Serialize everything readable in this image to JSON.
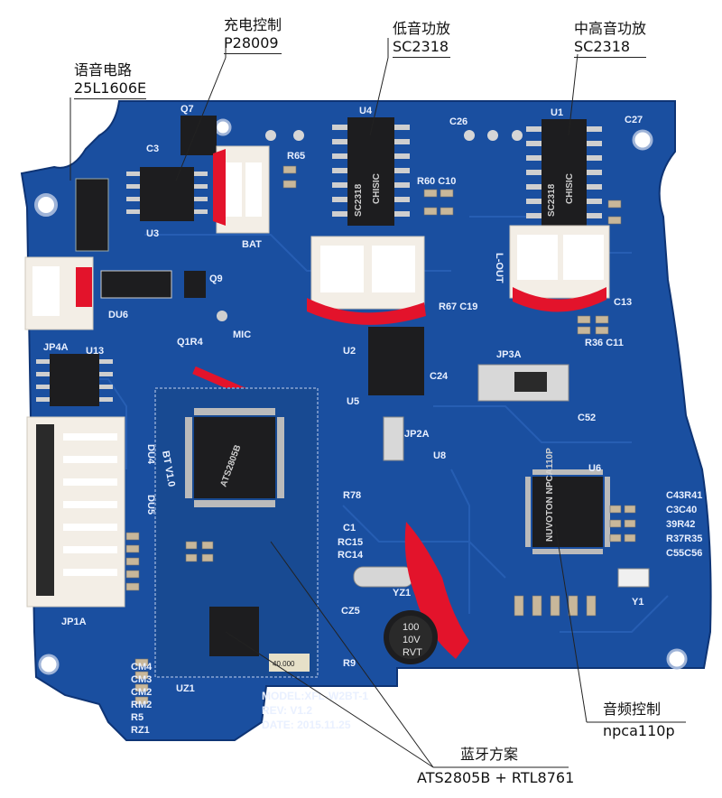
{
  "callouts": {
    "voice_circuit": {
      "title": "语音电路",
      "part": "25L1606E"
    },
    "charge_control": {
      "title": "充电控制",
      "part": "P28009"
    },
    "bass_amp": {
      "title": "低音功放",
      "part": "SC2318"
    },
    "mid_high_amp": {
      "title": "中高音功放",
      "part": "SC2318"
    },
    "audio_control": {
      "title": "音频控制",
      "part": "npca110p"
    },
    "bluetooth": {
      "title": "蓝牙方案",
      "part": "ATS2805B + RTL8761"
    }
  },
  "silkscreen": {
    "model": "MODEL:XFL-W2BT-1",
    "rev": "REV: V1.2",
    "date": "DATE: 2015.11.25",
    "bat": "BAT",
    "jp1a": "JP1A",
    "jp4a": "JP4A",
    "jp3a": "JP3A",
    "jp2a": "JP2A",
    "u13": "U13",
    "u4": "U4",
    "u1": "U1",
    "u2": "U2",
    "u3": "U3",
    "u5": "U5",
    "u6": "U6",
    "u8": "U8",
    "uz1": "UZ1",
    "du6": "DU6",
    "du4": "DU4",
    "du5": "DU5",
    "q7": "Q7",
    "q9": "Q9",
    "q1r4": "Q1R4",
    "mic": "MIC",
    "lout": "L-OUT",
    "y1": "Y1",
    "yz1": "YZ1",
    "c3": "C3",
    "c26": "C26",
    "c27": "C27",
    "r65": "R65",
    "r60c10": "R60 C10",
    "r67c19": "R67 C19",
    "c24": "C24",
    "c13": "C13",
    "r36c11": "R36 C11",
    "c52": "C52",
    "r78": "R78",
    "c1": "C1",
    "rc15": "RC15",
    "rc14": "RC14",
    "cz5": "CZ5",
    "r9": "R9",
    "cap_label": [
      "100",
      "10V",
      "RVT"
    ],
    "ats_chip": "ATS2805B",
    "bt_v": "BT V1.0",
    "sc2318": "SC2318",
    "chisic": "CHISIC",
    "nuvoton": "NUVOTON NPCA110P",
    "side_left": [
      "CM4",
      "CM3",
      "CM2",
      "RM2",
      "R5",
      "RZ1"
    ],
    "right_col": [
      "C43R41",
      "C3C40",
      "39R42",
      "R37R35",
      "C55C56"
    ],
    "xtal": "40.000"
  },
  "colors": {
    "pcb": "#1a4fa0",
    "pcb_dark": "#123d82",
    "connector": "#f3eee6",
    "red_glue": "#e3132b",
    "chip": "#1d1d1f"
  }
}
